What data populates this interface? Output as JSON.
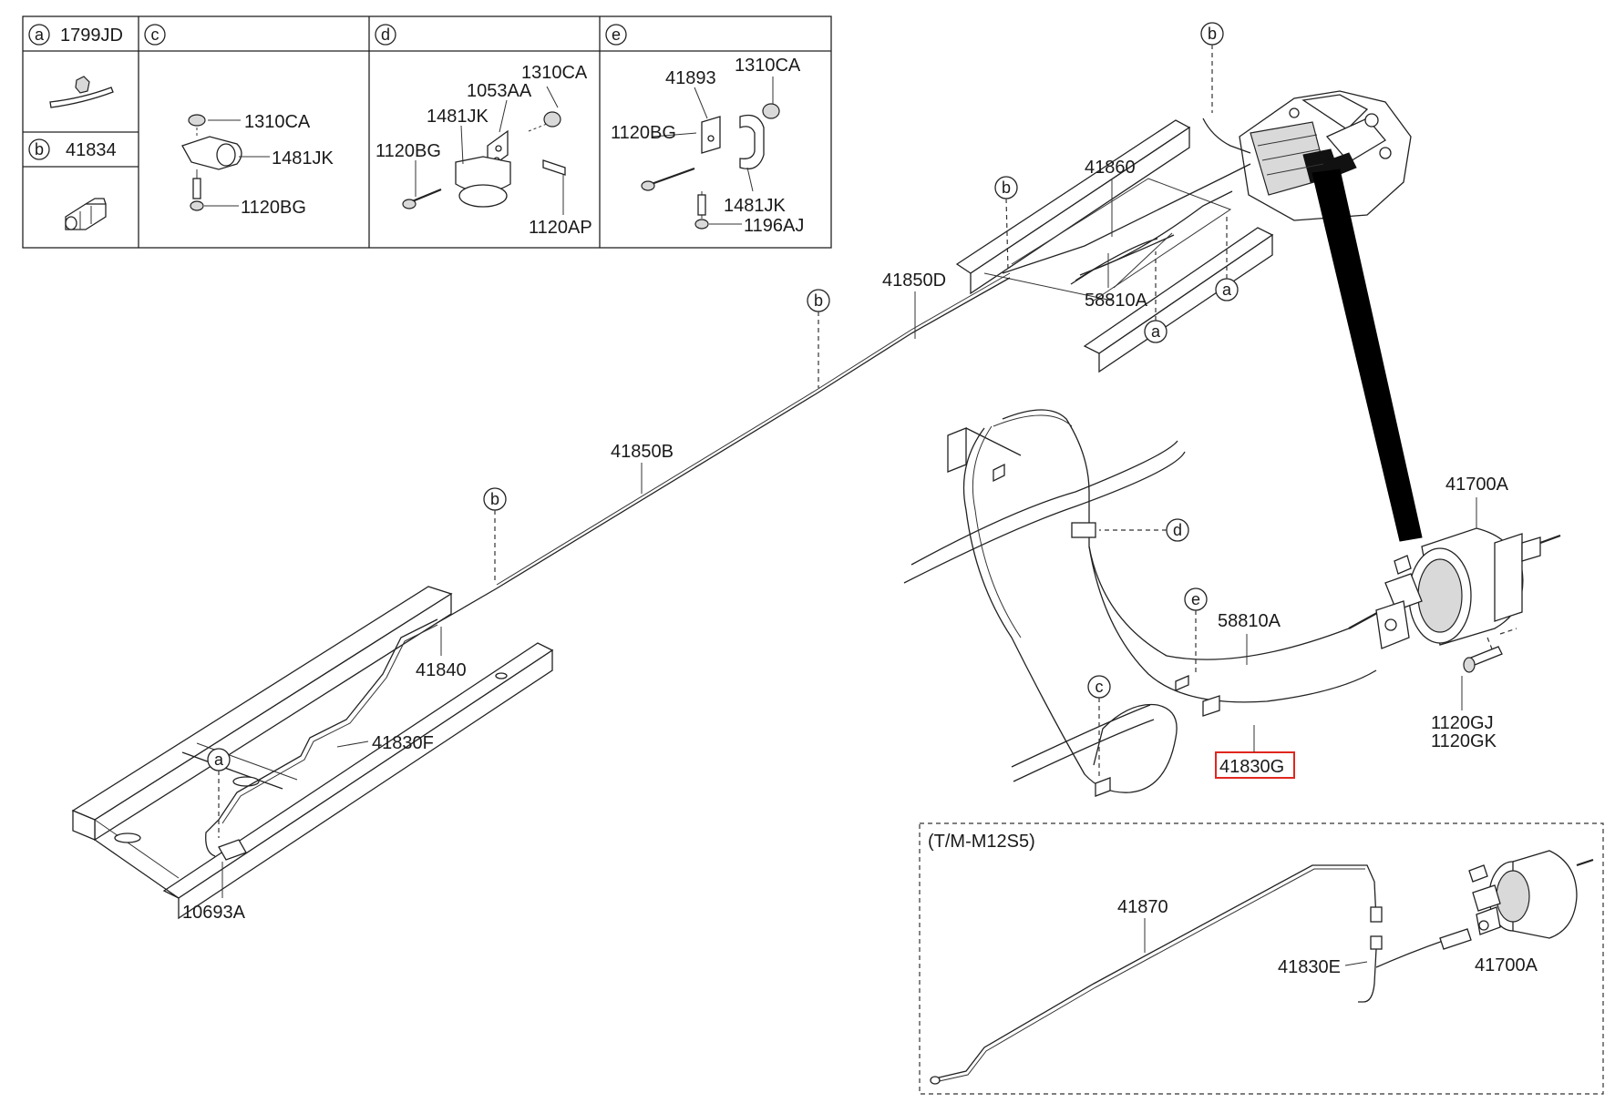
{
  "legend": {
    "cells": [
      {
        "letter": "a",
        "code": "1799JD"
      },
      {
        "letter": "b",
        "code": "41834"
      },
      {
        "letter": "c",
        "code": ""
      },
      {
        "letter": "d",
        "code": ""
      },
      {
        "letter": "e",
        "code": ""
      }
    ],
    "c_parts": [
      "1310CA",
      "1481JK",
      "1120BG"
    ],
    "d_parts": [
      "1310CA",
      "1053AA",
      "1481JK",
      "1120BG",
      "1120AP"
    ],
    "e_parts": [
      "41893",
      "1310CA",
      "1120BG",
      "1481JK",
      "1196AJ"
    ]
  },
  "callouts": {
    "b": "b",
    "a": "a",
    "c": "c",
    "d": "d",
    "e": "e"
  },
  "parts": {
    "p41860": "41860",
    "p41850D": "41850D",
    "p58810A_top": "58810A",
    "p41850B": "41850B",
    "p41840": "41840",
    "p41830F": "41830F",
    "p10693A": "10693A",
    "p41700A": "41700A",
    "p58810A": "58810A",
    "p41830G": "41830G",
    "p1120GJ": "1120GJ",
    "p1120GK": "1120GK"
  },
  "inset": {
    "title": "(T/M-M12S5)",
    "p41870": "41870",
    "p41830E": "41830E",
    "p41700A": "41700A"
  },
  "highlight_color": "#e0271e"
}
